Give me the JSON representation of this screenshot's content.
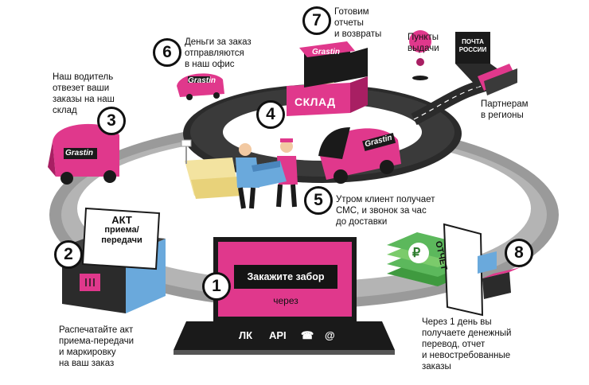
{
  "steps": [
    {
      "number": "1"
    },
    {
      "number": "2",
      "caption": [
        "Распечатайте акт",
        "приема-передачи",
        "и маркировку",
        "на ваш заказ"
      ]
    },
    {
      "number": "3",
      "caption": [
        "Наш водитель",
        "отвезет ваши",
        "заказы на наш",
        "склад"
      ]
    },
    {
      "number": "4"
    },
    {
      "number": "5",
      "caption": [
        "Утром клиент получает",
        "СМС, и звонок за час",
        "до доставки"
      ]
    },
    {
      "number": "6",
      "caption": [
        "Деньги за заказ",
        "отправляются",
        "в наш офис"
      ]
    },
    {
      "number": "7",
      "caption": [
        "Готовим",
        "отчеты",
        "и возвраты"
      ]
    },
    {
      "number": "8",
      "caption": [
        "Через 1 день вы",
        "получаете денежный",
        "перевод, отчет",
        "и невостребованные",
        "заказы"
      ]
    }
  ],
  "laptop": {
    "button_label": "Закажите забор",
    "sub_label": "через",
    "channels": [
      "ЛК",
      "API",
      "☎",
      "@"
    ]
  },
  "warehouse_label": "СКЛАД",
  "brand": "Grastin",
  "act_doc": {
    "title": "АКТ",
    "line1": "приема/",
    "line2": "передачи"
  },
  "report_doc": "ОТЧЕТ",
  "currency_symbol": "₽",
  "pickup_points": [
    "Пункты",
    "выдачи"
  ],
  "post": [
    "ПОЧТА",
    "РОССИИ"
  ],
  "regions": [
    "Партнерам",
    "в регионы"
  ],
  "colors": {
    "accent": "#e0388c",
    "dark": "#1a1a1a",
    "road": "#8d8d8d",
    "money": "#5cb85c",
    "blue": "#6aa9dc",
    "sofa": "#f3e3a0"
  }
}
